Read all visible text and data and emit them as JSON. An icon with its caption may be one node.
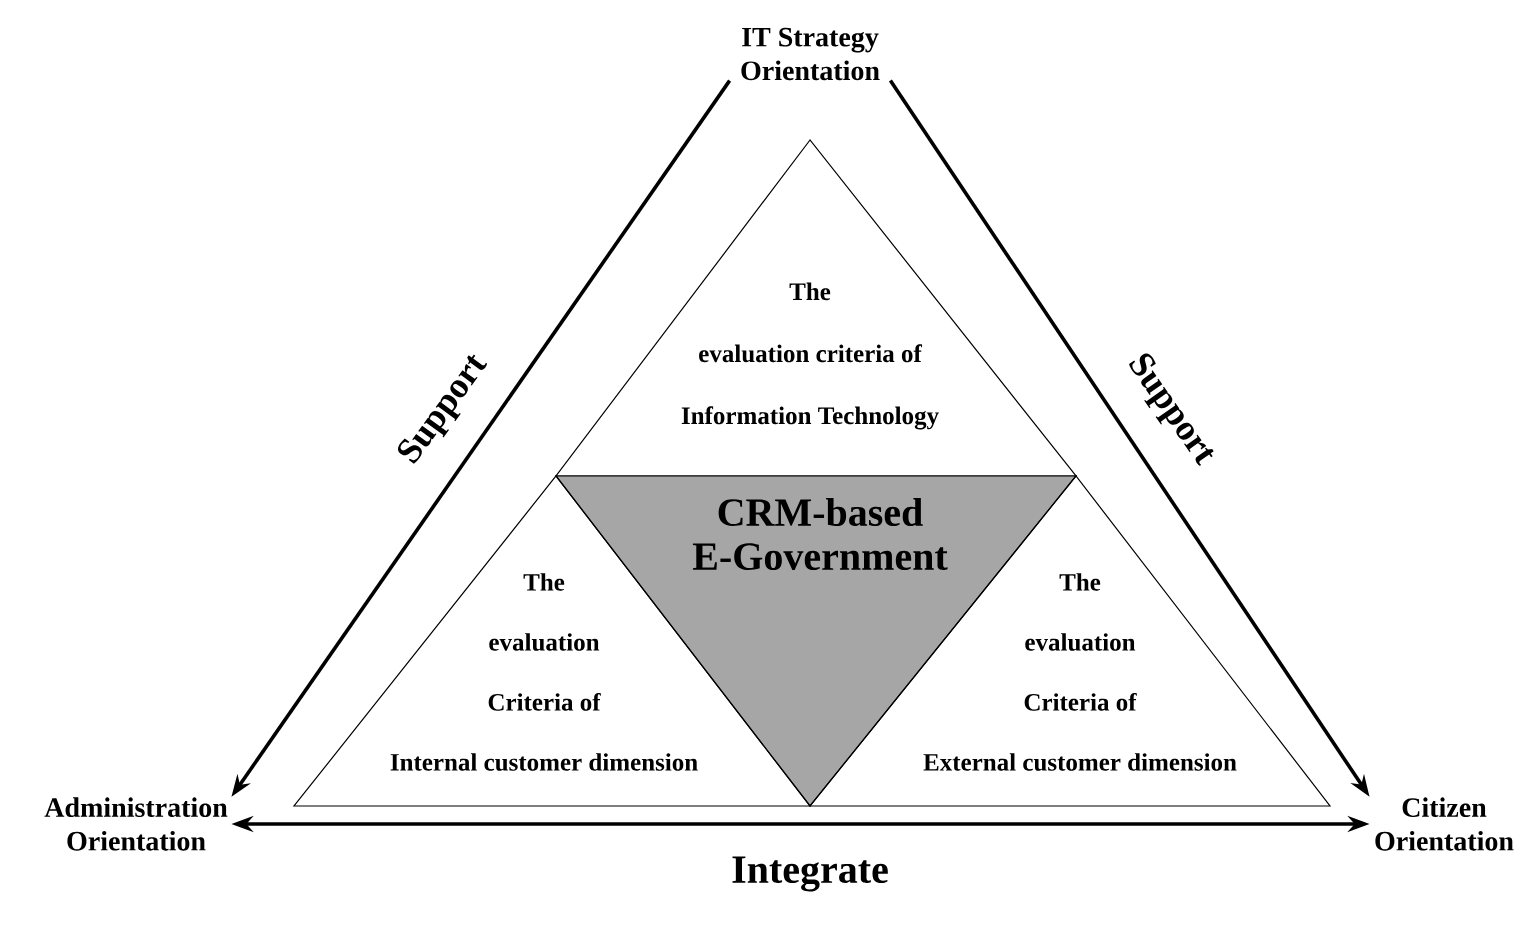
{
  "diagram": {
    "nodes": [
      {
        "text": [
          "IT Strategy Orientation"
        ]
      },
      {
        "text": [
          "The evaluation criteria of Information Technology"
        ]
      },
      {
        "text": [
          "CRM-based E-Government"
        ]
      },
      {
        "text": [
          "The evaluation Criteria of Internal customer dimension"
        ]
      },
      {
        "text": [
          "The evaluation Criteria of External customer dimension"
        ]
      },
      {
        "text": [
          "Administration Orientation"
        ]
      },
      {
        "text": [
          "Citizen Orientation"
        ]
      }
    ],
    "edges": [
      {
        "from": 0,
        "to": 5,
        "arrow": "to",
        "label": "Support"
      },
      {
        "from": 0,
        "to": 6,
        "arrow": "to",
        "label": "Support"
      },
      {
        "from": 5,
        "to": 6,
        "arrow": "both",
        "label": "Integrate"
      }
    ]
  }
}
